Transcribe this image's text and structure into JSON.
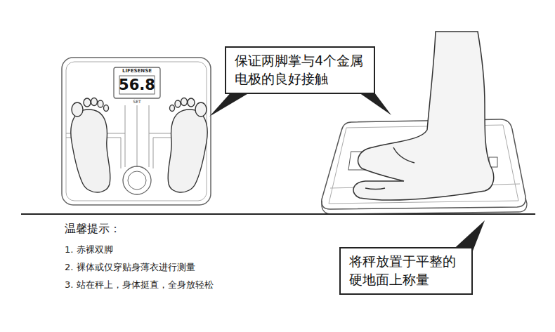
{
  "diagram": {
    "nodes": [
      {
        "text": [
          "保证两脚掌与4个金属电极的良好接触"
        ]
      },
      {
        "text": [
          "将秤放置于平整的硬地面上称量"
        ]
      }
    ],
    "labels": [
      "LIFESENSE",
      "56.8",
      "SET",
      "温馨提示：",
      "1. 赤裸双脚",
      "2. 裸体或仅穿贴身薄衣进行测量",
      "3. 站在秤上，身体挺直，全身放轻松"
    ]
  }
}
